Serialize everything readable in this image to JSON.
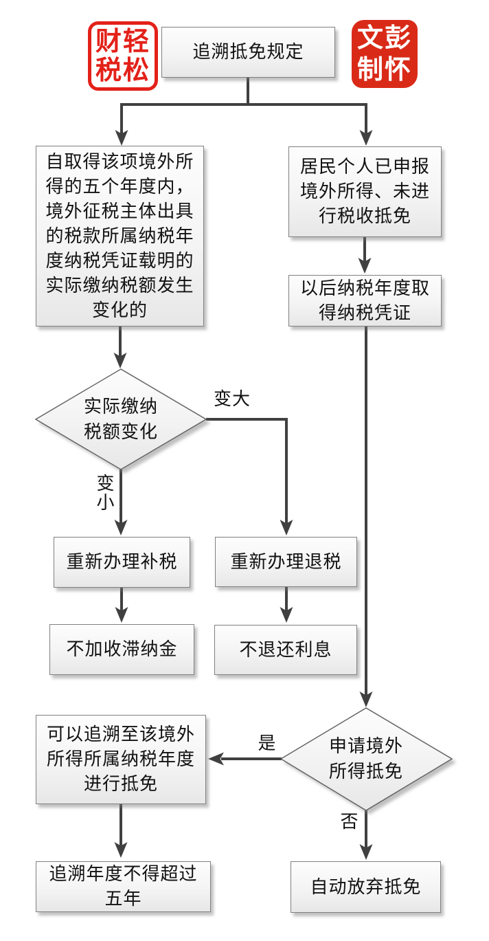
{
  "page": {
    "background": "#ffffff"
  },
  "seals": {
    "left": {
      "line1": "财轻",
      "line2": "税松",
      "reads": "轻松财税",
      "color": "#e32119",
      "style": "outline"
    },
    "right": {
      "line1": "文彭",
      "line2": "制怀",
      "reads": "彭怀文制",
      "color": "#d92a18",
      "style": "solid"
    }
  },
  "nodes": {
    "root": "追溯抵免规定",
    "left_condition": "自取得该项境外所\n得的五个年度内，\n境外征税主体出具\n的税款所属纳税年\n度纳税凭证载明的\n实际缴纳税额发生\n变化的",
    "right_condition": "居民个人已申报\n境外所得、未进\n行税收抵免",
    "later_voucher": "以后纳税年度取\n得纳税凭证",
    "decision_change": "实际缴纳\n税额变化",
    "redo_supplement_tax": "重新办理补税",
    "no_late_fee": "不加收滞纳金",
    "redo_refund": "重新办理退税",
    "no_interest": "不退还利息",
    "decision_apply": "申请境外\n所得抵免",
    "retro_credit": "可以追溯至该境外\n所得所属纳税年度\n进行抵免",
    "five_year_limit": "追溯年度不得超过\n五年",
    "auto_waive": "自动放弃抵免"
  },
  "edge_labels": {
    "bigger": "变大",
    "smaller": "变\n小",
    "yes": "是",
    "no": "否"
  },
  "colors": {
    "line": "#404040",
    "box_border": "#7f7f7f",
    "box_fill_top": "#fdfdfd",
    "box_fill_bottom": "#e7e7e7",
    "text": "#111111",
    "seal_red": "#e32119"
  }
}
